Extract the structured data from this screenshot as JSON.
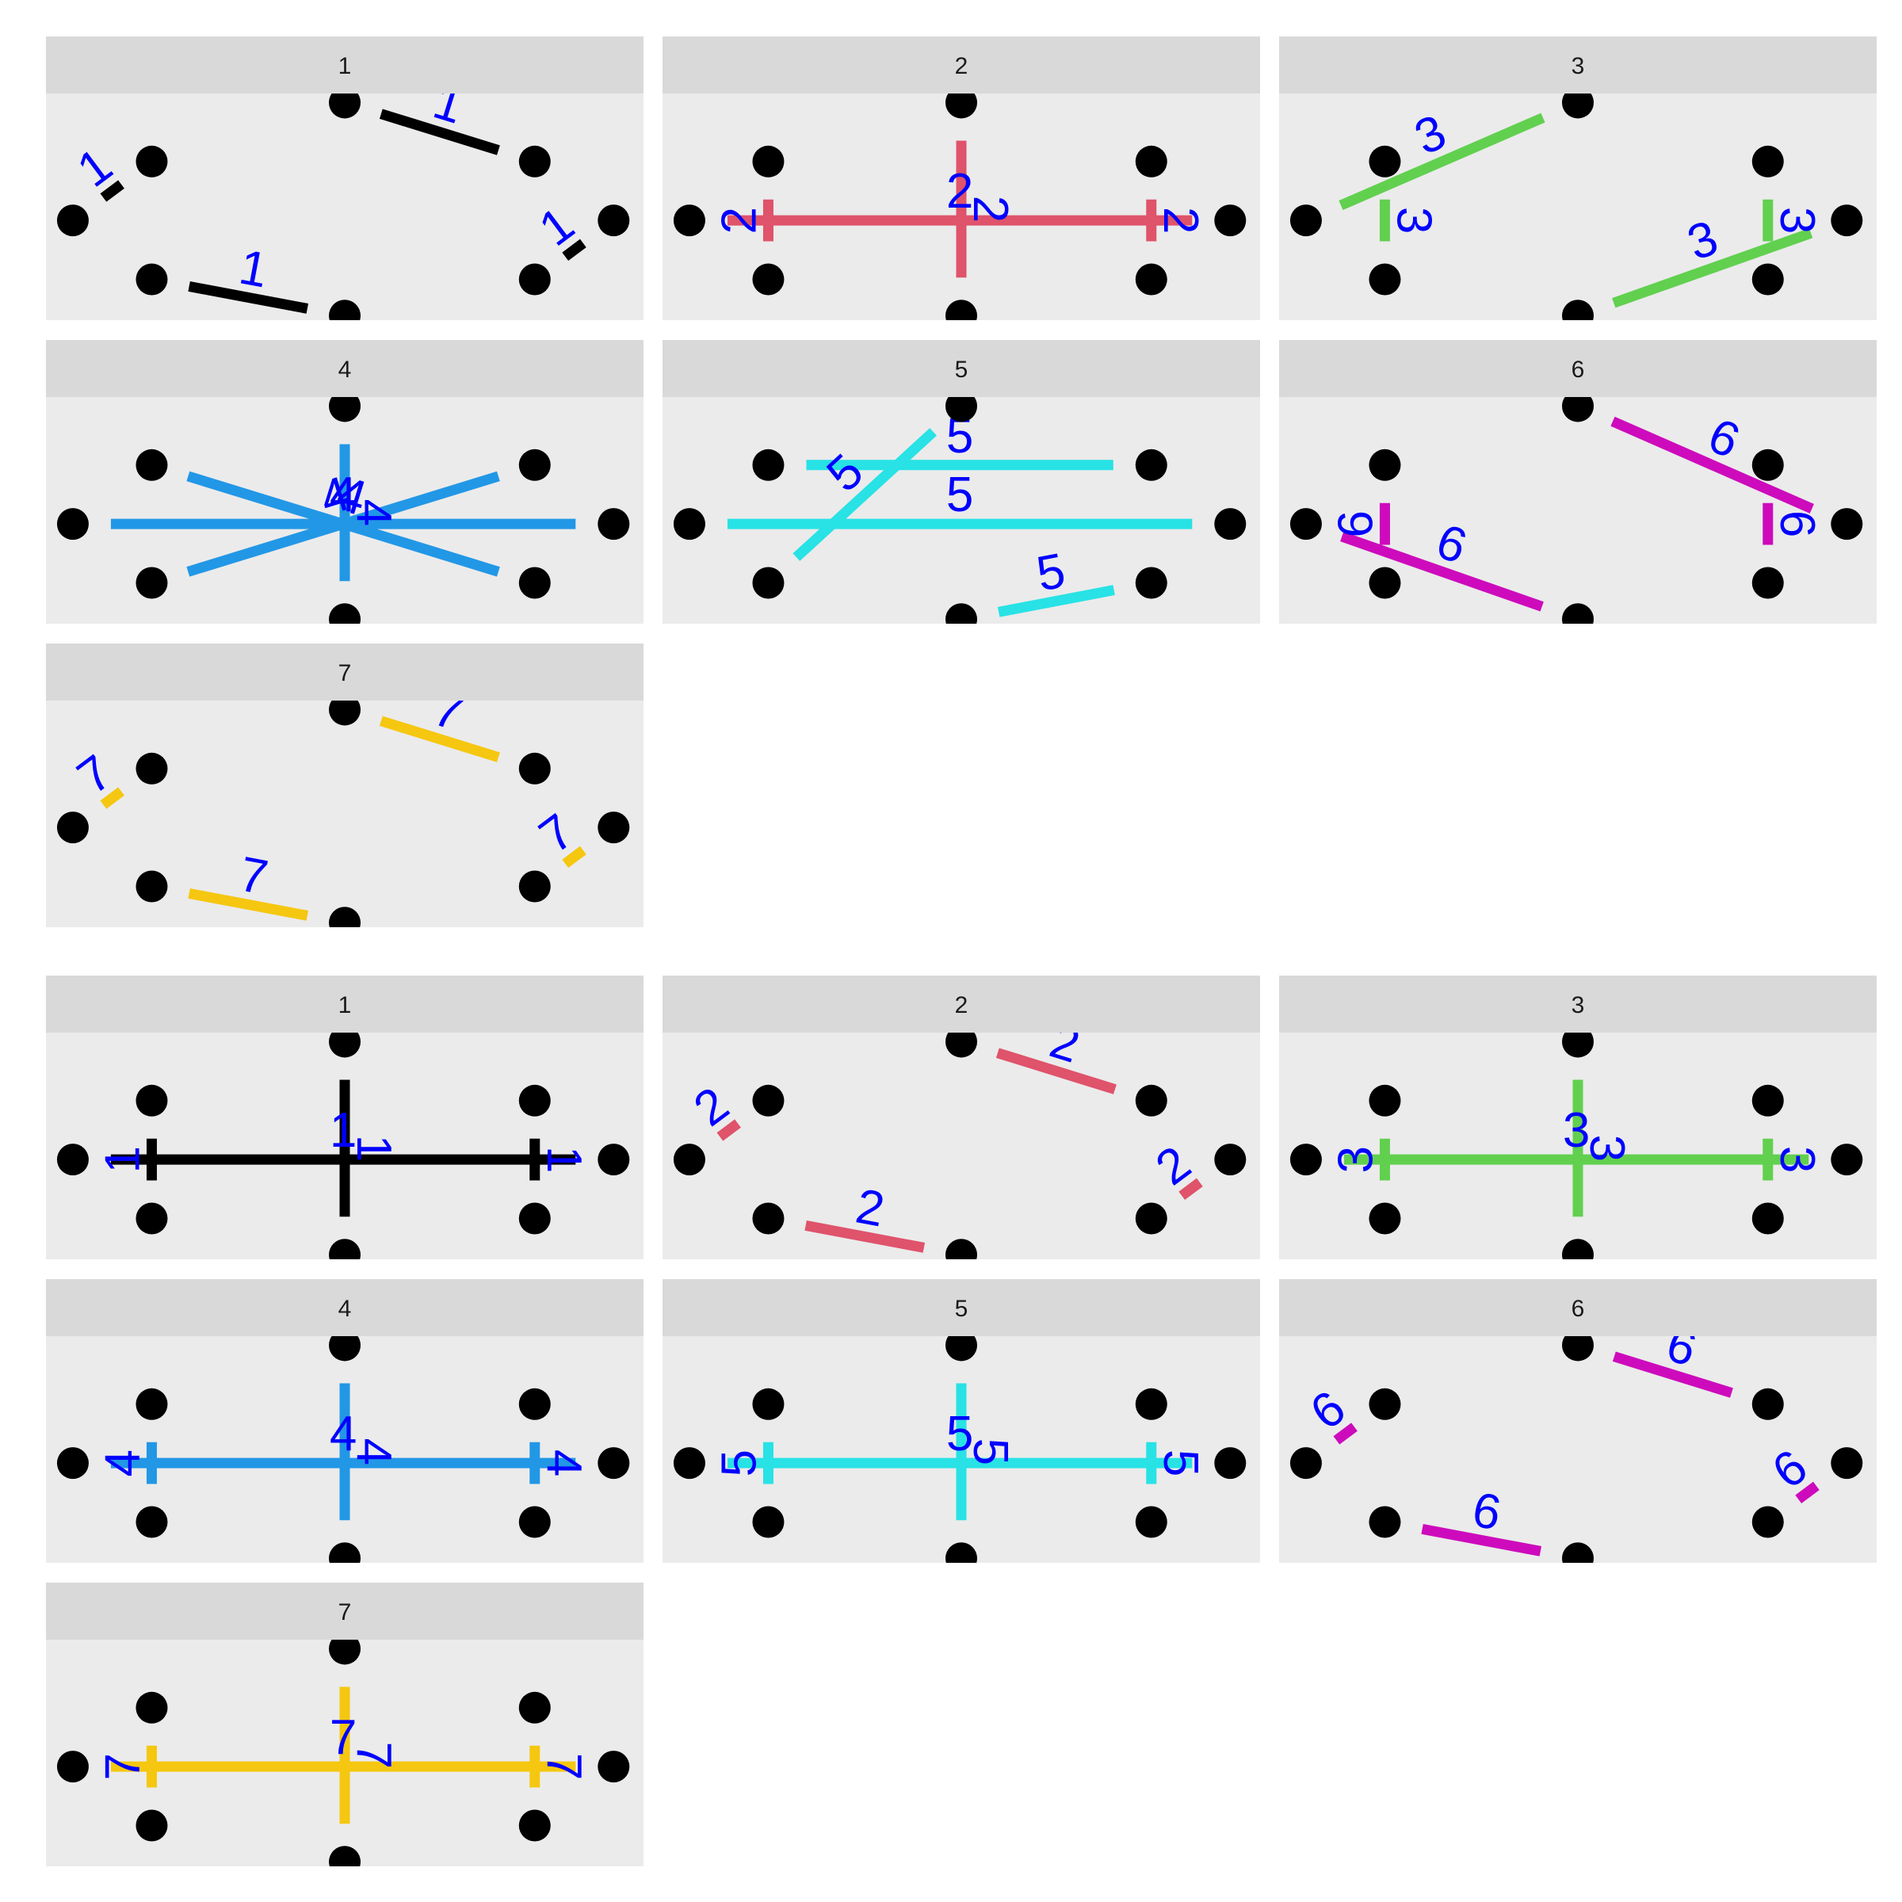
{
  "chart_data": [
    {
      "type": "diagram",
      "panels": [
        {
          "label": "1",
          "color": "#000000",
          "edges": [
            [
              1,
              2
            ],
            [
              3,
              4
            ],
            [
              5,
              6
            ],
            [
              7,
              8
            ]
          ]
        },
        {
          "label": "2",
          "color": "#df536b",
          "edges": [
            [
              1,
              5
            ],
            [
              2,
              4
            ],
            [
              6,
              8
            ],
            [
              7,
              3
            ]
          ]
        },
        {
          "label": "3",
          "color": "#61d04f",
          "edges": [
            [
              1,
              7
            ],
            [
              2,
              4
            ],
            [
              3,
              5
            ],
            [
              8,
              6
            ]
          ]
        },
        {
          "label": "4",
          "color": "#2297e6",
          "edges": [
            [
              1,
              5
            ],
            [
              2,
              6
            ],
            [
              3,
              7
            ],
            [
              4,
              8
            ]
          ]
        },
        {
          "label": "5",
          "color": "#28e2e5",
          "edges": [
            [
              1,
              6
            ],
            [
              2,
              8
            ],
            [
              3,
              7
            ],
            [
              4,
              5
            ]
          ]
        },
        {
          "label": "6",
          "color": "#cd0bbc",
          "edges": [
            [
              1,
              3
            ],
            [
              2,
              4
            ],
            [
              5,
              7
            ],
            [
              6,
              8
            ]
          ]
        },
        {
          "label": "7",
          "color": "#f5c710",
          "edges": [
            [
              1,
              2
            ],
            [
              3,
              4
            ],
            [
              5,
              6
            ],
            [
              7,
              8
            ]
          ]
        }
      ],
      "edge_label_color": "#0000ff",
      "node_color": "#000000",
      "background": "#ebebeb",
      "strip_background": "#d9d9d9"
    },
    {
      "type": "diagram",
      "panels": [
        {
          "label": "1",
          "color": "#000000",
          "edges": [
            [
              1,
              5
            ],
            [
              2,
              4
            ],
            [
              3,
              7
            ],
            [
              6,
              8
            ]
          ]
        },
        {
          "label": "2",
          "color": "#df536b",
          "edges": [
            [
              1,
              2
            ],
            [
              3,
              4
            ],
            [
              5,
              6
            ],
            [
              7,
              8
            ]
          ]
        },
        {
          "label": "3",
          "color": "#61d04f",
          "edges": [
            [
              1,
              5
            ],
            [
              2,
              4
            ],
            [
              3,
              7
            ],
            [
              6,
              8
            ]
          ]
        },
        {
          "label": "4",
          "color": "#2297e6",
          "edges": [
            [
              1,
              5
            ],
            [
              2,
              4
            ],
            [
              3,
              7
            ],
            [
              6,
              8
            ]
          ]
        },
        {
          "label": "5",
          "color": "#28e2e5",
          "edges": [
            [
              1,
              5
            ],
            [
              2,
              4
            ],
            [
              3,
              7
            ],
            [
              6,
              8
            ]
          ]
        },
        {
          "label": "6",
          "color": "#cd0bbc",
          "edges": [
            [
              1,
              2
            ],
            [
              3,
              4
            ],
            [
              5,
              6
            ],
            [
              7,
              8
            ]
          ]
        },
        {
          "label": "7",
          "color": "#f5c710",
          "edges": [
            [
              1,
              5
            ],
            [
              2,
              4
            ],
            [
              3,
              7
            ],
            [
              6,
              8
            ]
          ]
        }
      ],
      "edge_label_color": "#0000ff",
      "node_color": "#000000",
      "background": "#ebebeb",
      "strip_background": "#d9d9d9"
    }
  ]
}
